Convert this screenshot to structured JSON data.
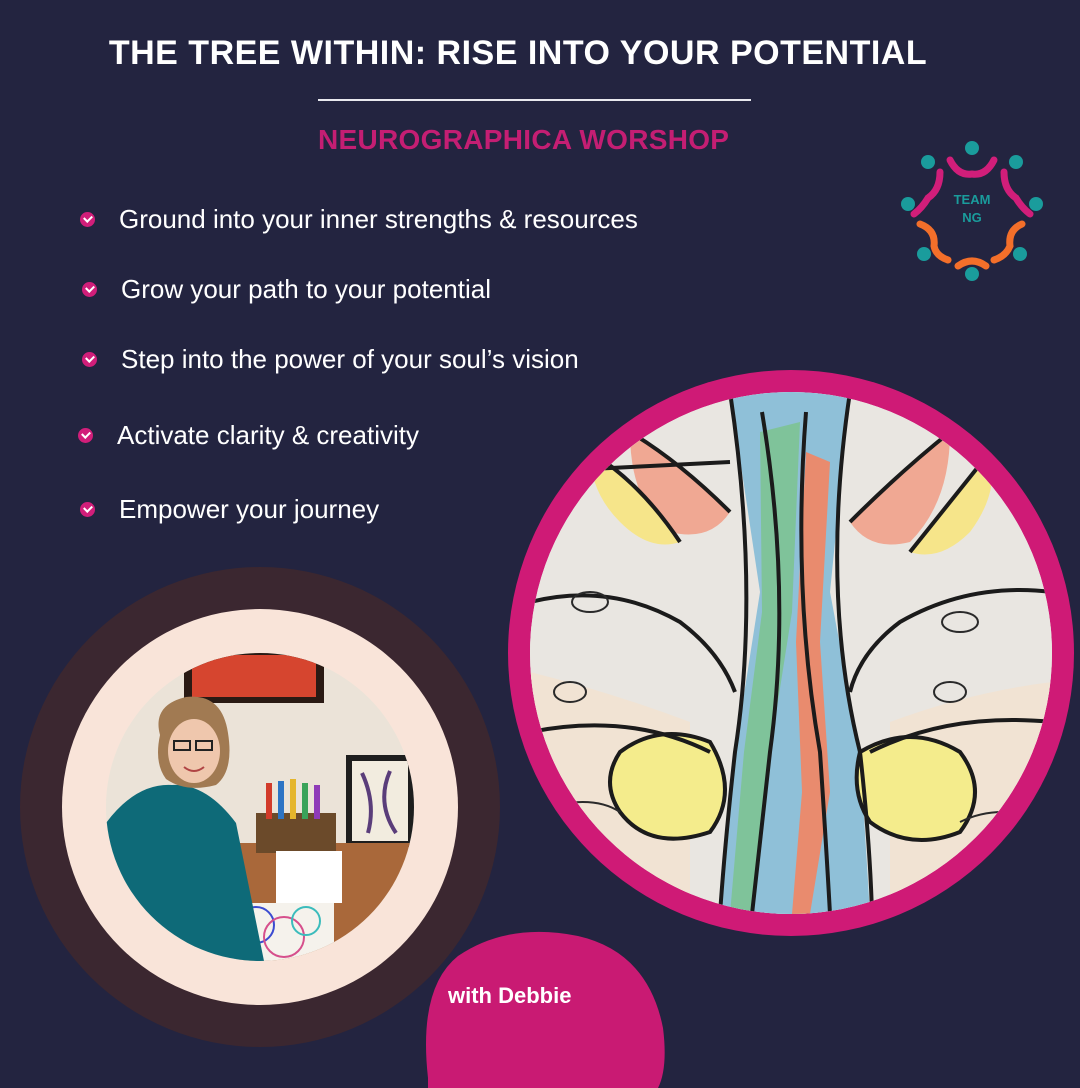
{
  "header": {
    "title": "THE TREE WITHIN: RISE INTO YOUR POTENTIAL",
    "subtitle": "NEUROGRAPHICA WORSHOP"
  },
  "logo": {
    "line1": "TEAM",
    "line2": "NG"
  },
  "bullets": [
    "Ground into your inner strengths & resources",
    " Grow your path to your potential",
    " Step into the power of your soul’s vision",
    " Activate clarity & creativity",
    "Empower your journey"
  ],
  "facilitator": {
    "label": "with Debbie"
  },
  "colors": {
    "background": "#232440",
    "accent": "#c41e73",
    "ring_dark": "#3b2730",
    "ring_light": "#f9e4d9",
    "logo_orange": "#f36f2a",
    "logo_teal": "#1a9c9c"
  },
  "icons": {
    "bullet": "check-circle-icon"
  }
}
